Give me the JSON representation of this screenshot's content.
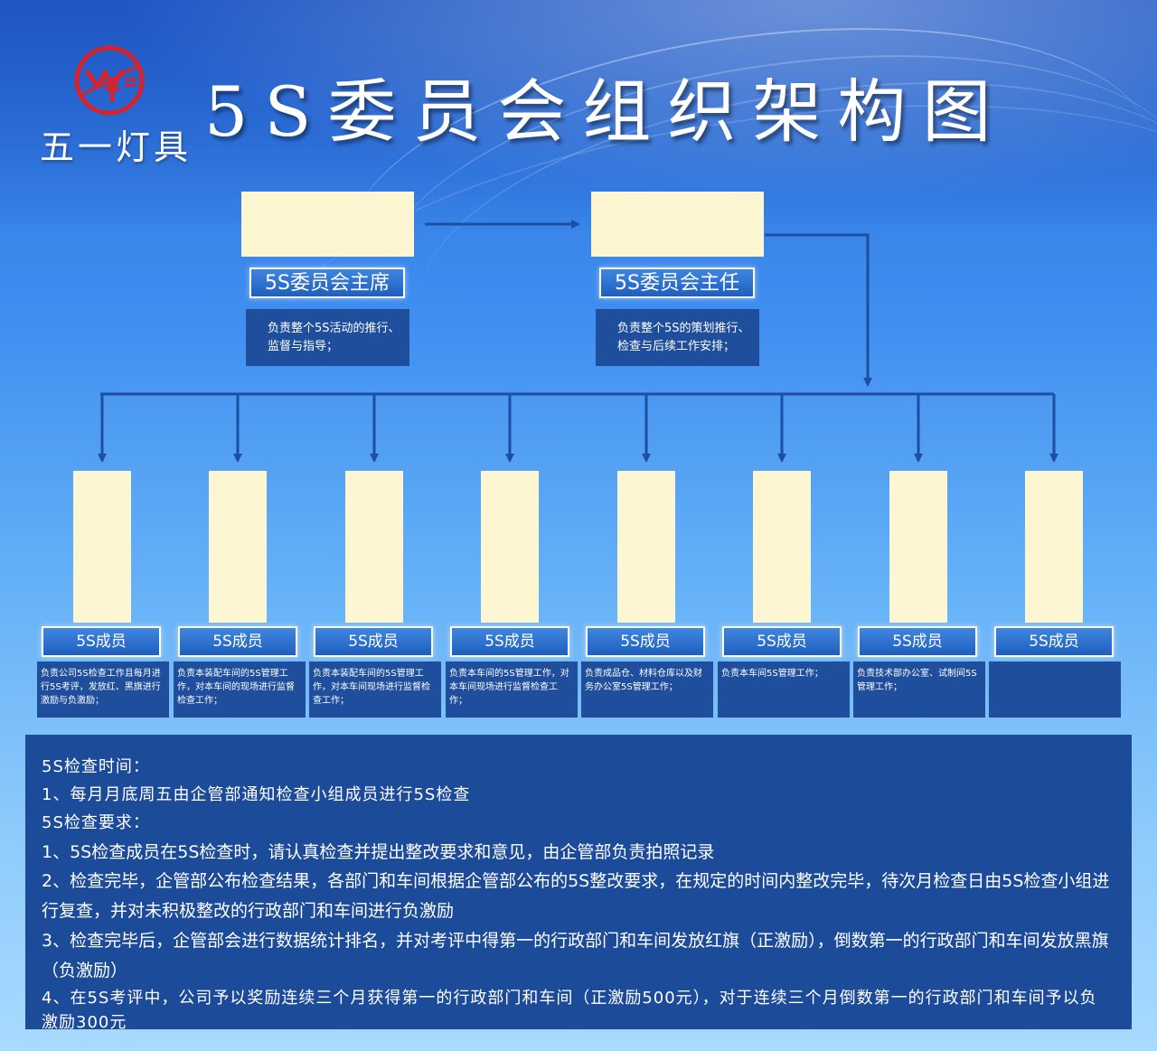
{
  "brand": {
    "name": "五一灯具"
  },
  "title": "5S委员会组织架构图",
  "top_roles": [
    {
      "title": "5S委员会主席",
      "desc": "负责整个5S活动的推行、监督与指导；"
    },
    {
      "title": "5S委员会主任",
      "desc": "负责整个5S的策划推行、检查与后续工作安排；"
    }
  ],
  "members": [
    {
      "title": "5S成员",
      "desc": "负责公司5S检查工作且每月进行5S考评，发放红、黑旗进行激励与负激励；"
    },
    {
      "title": "5S成员",
      "desc": "负责本装配车间的5S管理工作，对本车间的现场进行监督检查工作；"
    },
    {
      "title": "5S成员",
      "desc": "负责本装配车间的5S管理工作，对本车间现场进行监督检查工作；"
    },
    {
      "title": "5S成员",
      "desc": "负责本车间的5S管理工作，对本车间现场进行监督检查工作；"
    },
    {
      "title": "5S成员",
      "desc": "负责成品仓、材料仓库以及财务办公室5S管理工作；"
    },
    {
      "title": "5S成员",
      "desc": "负责本车间5S管理工作；"
    },
    {
      "title": "5S成员",
      "desc": "负责技术部办公室、试制间5S管理工作；"
    },
    {
      "title": "5S成员",
      "desc": ""
    }
  ],
  "rules": {
    "time_heading": "5S检查时间：",
    "time_items": [
      "1、每月月底周五由企管部通知检查小组成员进行5S检查"
    ],
    "req_heading": "5S检查要求：",
    "req_items": [
      "1、5S检查成员在5S检查时，请认真检查并提出整改要求和意见，由企管部负责拍照记录",
      "2、检查完毕，企管部公布检查结果，各部门和车间根据企管部公布的5S整改要求，在规定的时间内整改完毕，待次月检查日由5S检查小组进行复查，并对未积极整改的行政部门和车间进行负激励",
      "3、检查完毕后，企管部会进行数据统计排名，并对考评中得第一的行政部门和车间发放红旗（正激励），倒数第一的行政部门和车间发放黑旗（负激励）",
      "4、在5S考评中，公司予以奖励连续三个月获得第一的行政部门和车间（正激励500元），对于连续三个月倒数第一的行政部门和车间予以负激励300元"
    ]
  },
  "colors": {
    "accent": "#1f4e9c",
    "photo": "#fcf6d3",
    "logo_red": "#d8222a"
  }
}
